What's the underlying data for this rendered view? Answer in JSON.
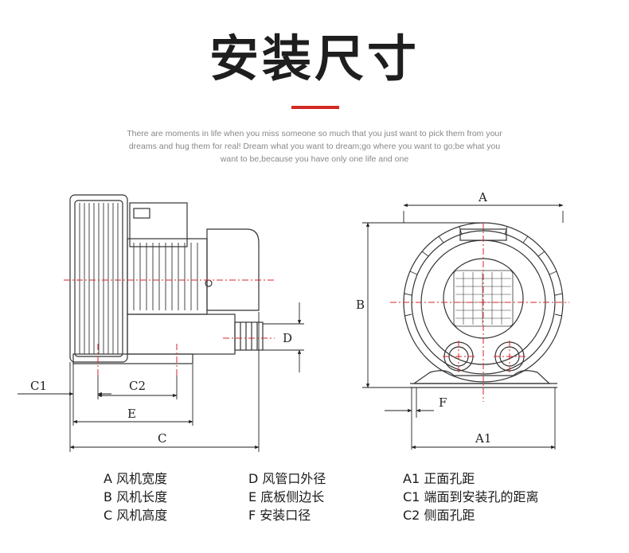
{
  "header": {
    "title": "安装尺寸",
    "subtitle": "There are moments in life when you miss someone so much that you just want to pick them from your dreams and hug them for real! Dream what you want to dream;go where you want to go;be what you want to be,because you have only one life and one"
  },
  "dimensions": {
    "side": {
      "c1": "C1",
      "c2": "C2",
      "e": "E",
      "c": "C",
      "d": "D"
    },
    "front": {
      "a": "A",
      "b": "B",
      "f": "F",
      "a1": "A1"
    }
  },
  "legend": {
    "col1": [
      "A 风机宽度",
      "B 风机长度",
      "C 风机高度"
    ],
    "col2": [
      "D 风管口外径",
      "E 底板侧边长",
      "F 安装口径"
    ],
    "col3": [
      "A1 正面孔距",
      "C1 端面到安装孔的距离",
      "C2 侧面孔距"
    ]
  },
  "colors": {
    "accent": "#d32a24",
    "line": "#333333",
    "centerline": "#d9262b"
  }
}
